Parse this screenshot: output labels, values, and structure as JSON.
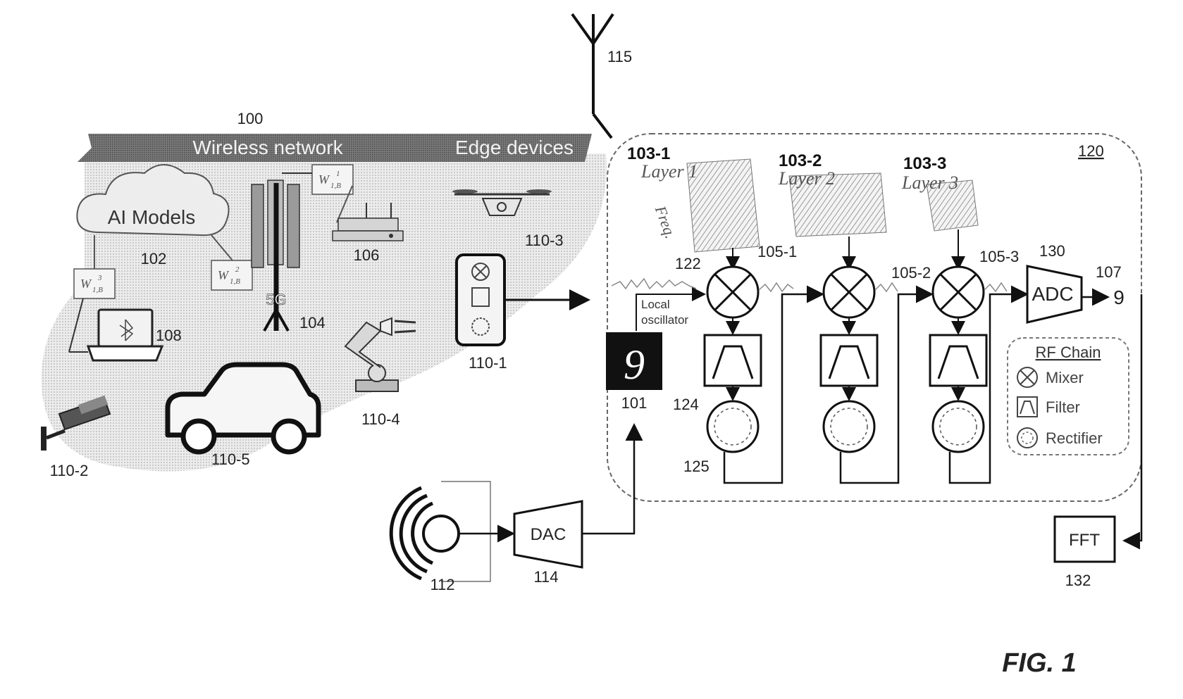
{
  "figure_label": "FIG. 1",
  "network": {
    "ref": "100",
    "banner_left": "Wireless network",
    "banner_right": "Edge devices",
    "cloud_label": "AI Models",
    "cloud_ref": "102",
    "tower_label": "5G",
    "tower_ref": "104",
    "router_ref": "106",
    "laptop_ref": "108",
    "weight_label_w": "W",
    "weight_label_sub": "1,B",
    "weight_indices": [
      "1",
      "2",
      "3"
    ],
    "devices": {
      "phone": "110-1",
      "camera": "110-2",
      "drone": "110-3",
      "robot_arm": "110-4",
      "car": "110-5"
    }
  },
  "antenna_ref": "115",
  "chain": {
    "ref": "120",
    "layers": [
      {
        "ref": "103-1",
        "name": "Layer 1"
      },
      {
        "ref": "103-2",
        "name": "Layer 2"
      },
      {
        "ref": "103-3",
        "name": "Layer 3"
      }
    ],
    "freq_label": "Freq.",
    "signals": [
      "105-1",
      "105-2",
      "105-3"
    ],
    "mixer_ref": "122",
    "filter_ref": "124",
    "rectifier_ref": "125",
    "lo_label_1": "Local",
    "lo_label_2": "oscillator",
    "input_digit": "9",
    "input_ref": "101",
    "adc_label": "ADC",
    "adc_ref": "130",
    "output_ref": "107",
    "output_value": "9"
  },
  "legend": {
    "title": "RF Chain",
    "items": [
      "Mixer",
      "Filter",
      "Rectifier"
    ]
  },
  "source_ref": "112",
  "dac_label": "DAC",
  "dac_ref": "114",
  "fft_label": "FFT",
  "fft_ref": "132"
}
